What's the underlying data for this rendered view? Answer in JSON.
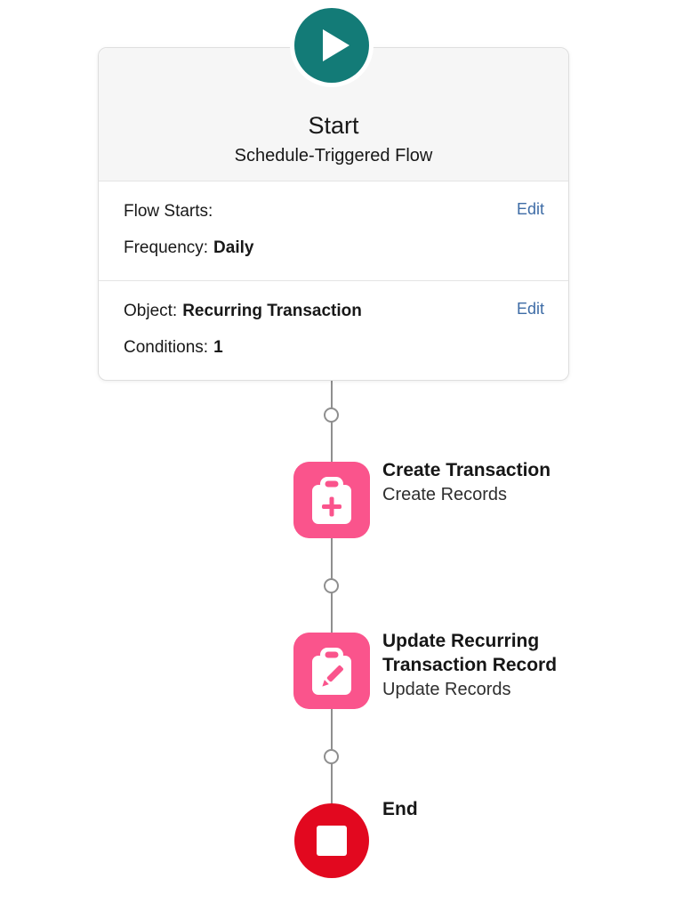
{
  "flow": {
    "start": {
      "icon": "play-icon",
      "title": "Start",
      "subtitle": "Schedule-Triggered Flow",
      "schedule_section": {
        "row1_label": "Flow Starts:",
        "row2_label": "Frequency:",
        "row2_value": "Daily",
        "edit_label": "Edit"
      },
      "object_section": {
        "row1_label": "Object:",
        "row1_value": "Recurring Transaction",
        "row2_label": "Conditions:",
        "row2_value": "1",
        "edit_label": "Edit"
      }
    },
    "nodes": [
      {
        "icon": "clipboard-plus-icon",
        "title": "Create Transaction",
        "subtitle": "Create Records"
      },
      {
        "icon": "clipboard-pencil-icon",
        "title": "Update Recurring Transaction Record",
        "subtitle": "Update Records"
      }
    ],
    "end": {
      "icon": "stop-icon",
      "label": "End"
    }
  },
  "colors": {
    "start_teal": "#137B77",
    "action_pink": "#FA548C",
    "end_red": "#E2081F",
    "link_blue": "#3E6CA6",
    "connector_gray": "#8F8F8F",
    "card_header_bg": "#F6F6F6",
    "text_dark": "#181818"
  }
}
